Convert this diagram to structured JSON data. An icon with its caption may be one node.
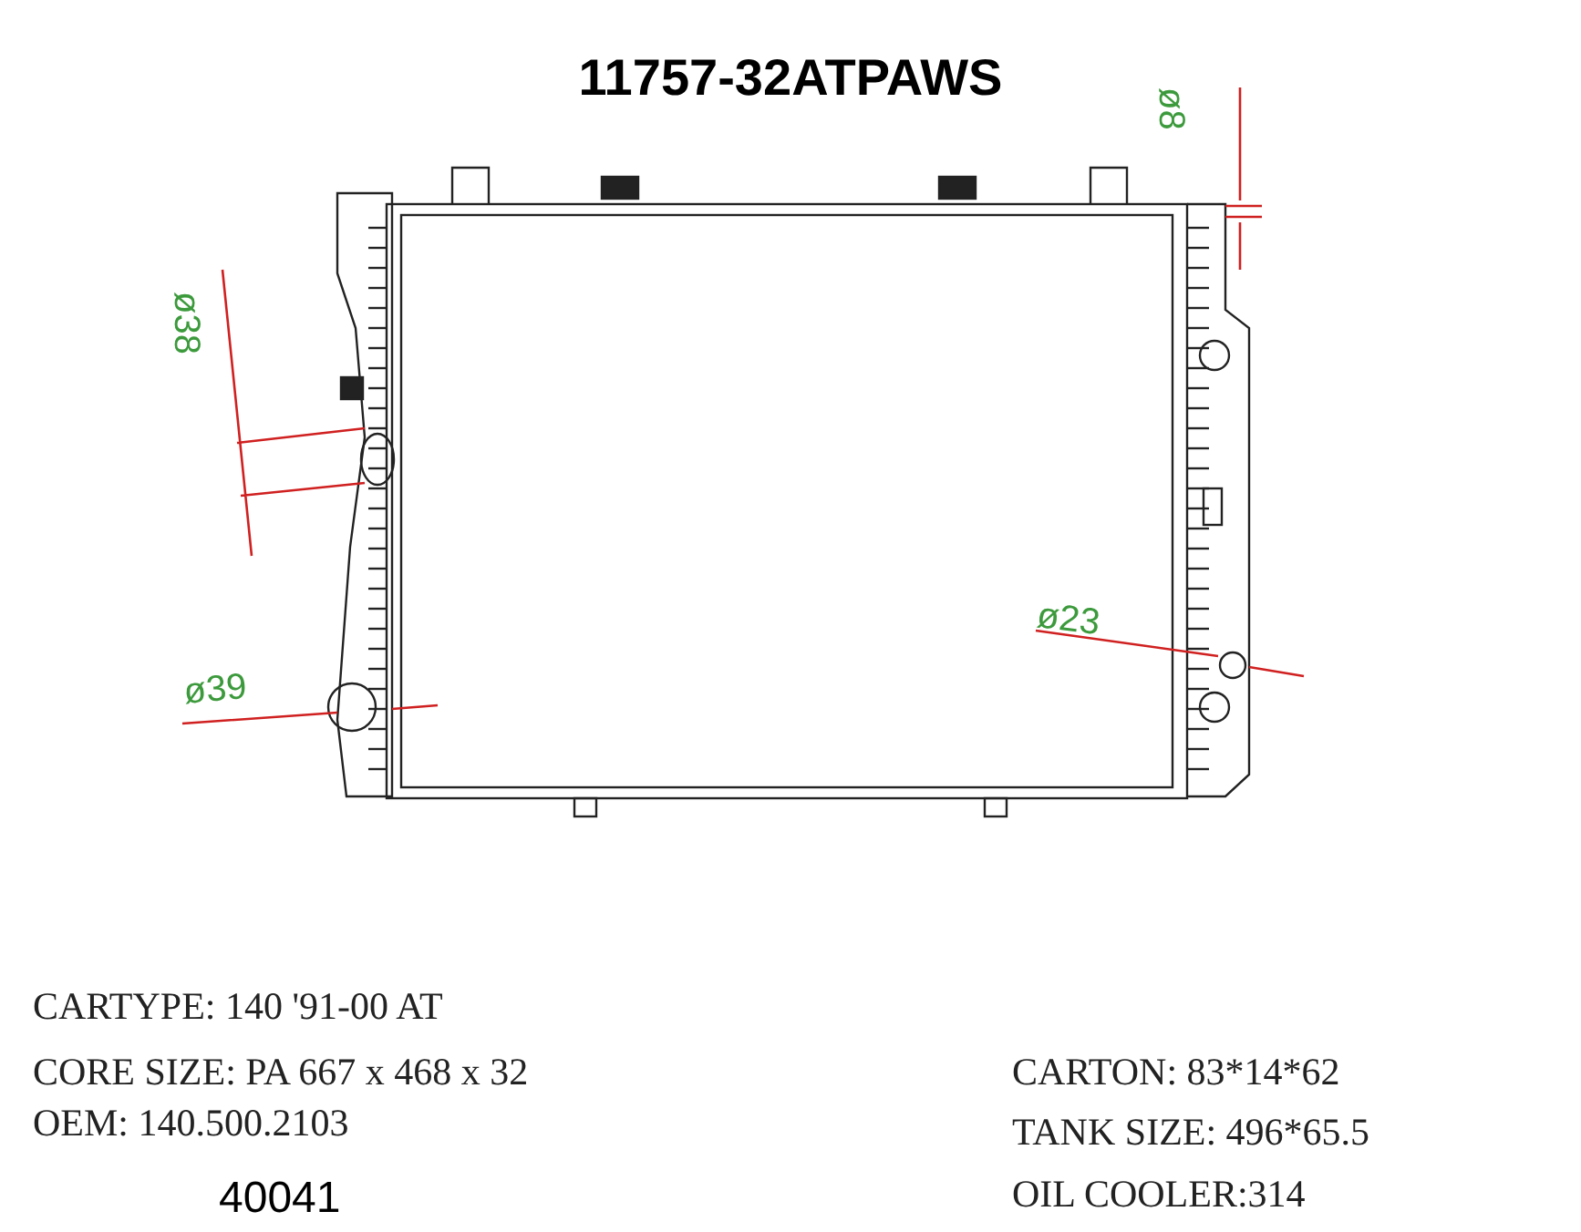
{
  "diagram": {
    "title": "11757-32ATPAWS",
    "labels": [
      "ø8",
      "ø38",
      "ø23",
      "ø39",
      "CARTYPE: 140 '91-00 AT",
      "CORE SIZE: PA 667 x 468 x 32",
      "CARTON: 83*14*62",
      "OEM: 140.500.2103",
      "TANK SIZE: 496*65.5",
      "40041",
      "OIL COOLER:314"
    ]
  }
}
